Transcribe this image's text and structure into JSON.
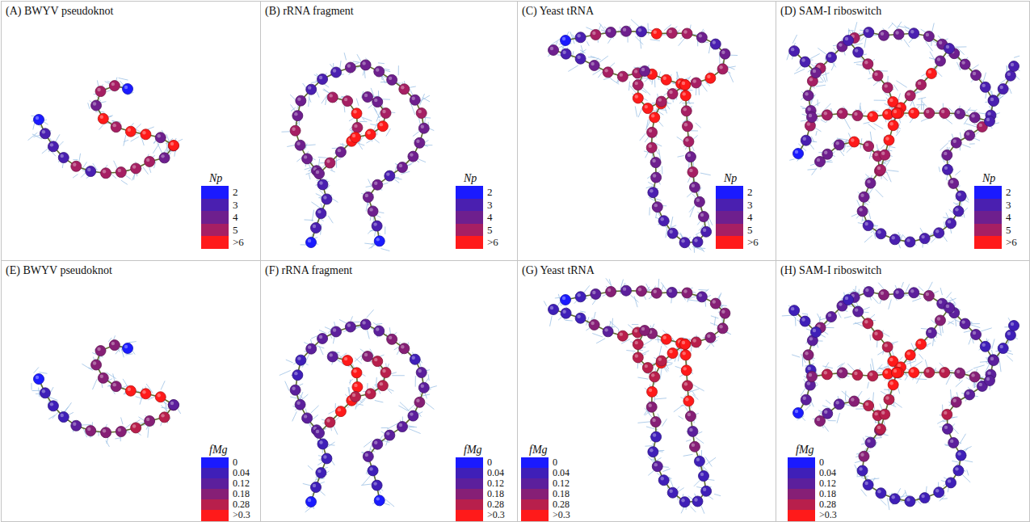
{
  "diagram": {
    "nodes": [
      {
        "text": [
          "(A) BWYV pseudoknot"
        ]
      },
      {
        "text": [
          "(B) rRNA fragment"
        ]
      },
      {
        "text": [
          "(C) Yeast tRNA"
        ]
      },
      {
        "text": [
          "(D) SAM-I riboswitch"
        ]
      },
      {
        "text": [
          "(E) BWYV pseudoknot"
        ]
      },
      {
        "text": [
          "(F) rRNA fragment"
        ]
      },
      {
        "text": [
          "(G) Yeast tRNA"
        ]
      },
      {
        "text": [
          "(H) SAM-I riboswitch"
        ]
      }
    ],
    "labels": [
      "Np",
      "Np",
      "Np",
      "Np",
      "fMg",
      "fMg",
      "fMg",
      "fMg"
    ],
    "legend": [
      {
        "text": "2",
        "color": "#1a1aff"
      },
      {
        "text": "3",
        "color": "#4a1fb0"
      },
      {
        "text": "4",
        "color": "#6e1f8e"
      },
      {
        "text": "5",
        "color": "#a61f63"
      },
      {
        "text": ">6",
        "color": "#ff1a1a"
      },
      {
        "text": "2",
        "color": "#1a1aff"
      },
      {
        "text": "3",
        "color": "#4a1fb0"
      },
      {
        "text": "4",
        "color": "#6e1f8e"
      },
      {
        "text": "5",
        "color": "#a61f63"
      },
      {
        "text": ">6",
        "color": "#ff1a1a"
      },
      {
        "text": "2",
        "color": "#1a1aff"
      },
      {
        "text": "3",
        "color": "#4a1fb0"
      },
      {
        "text": "4",
        "color": "#6e1f8e"
      },
      {
        "text": "5",
        "color": "#a61f63"
      },
      {
        "text": ">6",
        "color": "#ff1a1a"
      },
      {
        "text": "2",
        "color": "#1a1aff"
      },
      {
        "text": "3",
        "color": "#4a1fb0"
      },
      {
        "text": "4",
        "color": "#6e1f8e"
      },
      {
        "text": "5",
        "color": "#a61f63"
      },
      {
        "text": ">6",
        "color": "#ff1a1a"
      },
      {
        "text": "0",
        "color": "#1a1aff"
      },
      {
        "text": "0.04",
        "color": "#3f1fb8"
      },
      {
        "text": "0.12",
        "color": "#5c1f9c"
      },
      {
        "text": "0.18",
        "color": "#861f76"
      },
      {
        "text": "0.28",
        "color": "#b81f4c"
      },
      {
        "text": ">0.3",
        "color": "#ff1a1a"
      },
      {
        "text": "0",
        "color": "#1a1aff"
      },
      {
        "text": "0.04",
        "color": "#3f1fb8"
      },
      {
        "text": "0.12",
        "color": "#5c1f9c"
      },
      {
        "text": "0.18",
        "color": "#861f76"
      },
      {
        "text": "0.28",
        "color": "#b81f4c"
      },
      {
        "text": ">0.3",
        "color": "#ff1a1a"
      },
      {
        "text": "0",
        "color": "#1a1aff"
      },
      {
        "text": "0.04",
        "color": "#3f1fb8"
      },
      {
        "text": "0.12",
        "color": "#5c1f9c"
      },
      {
        "text": "0.18",
        "color": "#861f76"
      },
      {
        "text": "0.28",
        "color": "#b81f4c"
      },
      {
        "text": ">0.3",
        "color": "#ff1a1a"
      },
      {
        "text": "0",
        "color": "#1a1aff"
      },
      {
        "text": "0.04",
        "color": "#3f1fb8"
      },
      {
        "text": "0.12",
        "color": "#5c1f9c"
      },
      {
        "text": "0.18",
        "color": "#861f76"
      },
      {
        "text": "0.28",
        "color": "#b81f4c"
      },
      {
        "text": ">0.3",
        "color": "#ff1a1a"
      }
    ]
  }
}
